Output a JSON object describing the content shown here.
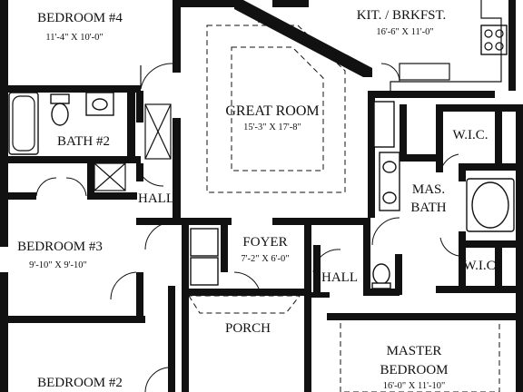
{
  "rooms": {
    "bedroom4": {
      "name": "BEDROOM #4",
      "dims": "11'-4\" X 10'-0\""
    },
    "kitchen": {
      "name": "KIT. / BRKFST.",
      "dims": "16'-6\" X 11'-0\""
    },
    "great_room": {
      "name": "GREAT ROOM",
      "dims": "15'-3\" X 17'-8\""
    },
    "bath2": {
      "name": "BATH #2"
    },
    "mas_bath": {
      "name_line1": "MAS.",
      "name_line2": "BATH"
    },
    "wic_top": {
      "name": "W.I.C."
    },
    "wic_bottom": {
      "name": "W.I.C"
    },
    "hall_left": {
      "name": "HALL"
    },
    "hall_right": {
      "name": "HALL"
    },
    "bedroom3": {
      "name": "BEDROOM #3",
      "dims": "9'-10\" X 9'-10\""
    },
    "foyer": {
      "name": "FOYER",
      "dims": "7'-2\" X 6'-0\""
    },
    "porch": {
      "name": "PORCH"
    },
    "master_bedroom": {
      "name_line1": "MASTER",
      "name_line2": "BEDROOM",
      "dims": "16'-0\" X 11'-10\""
    },
    "bedroom2": {
      "name": "BEDROOM #2"
    }
  }
}
